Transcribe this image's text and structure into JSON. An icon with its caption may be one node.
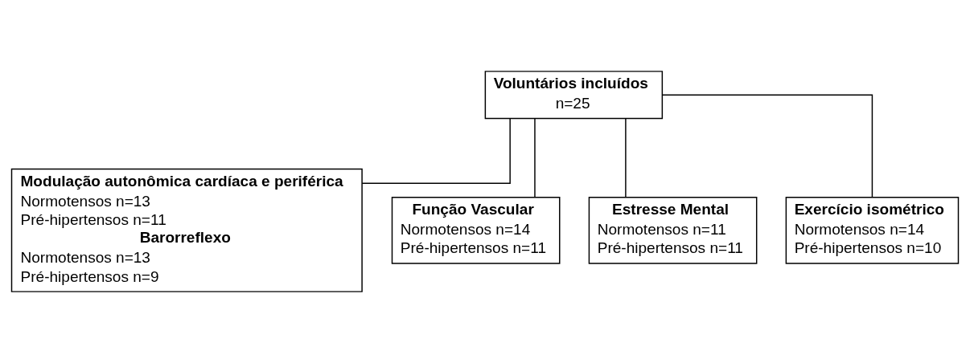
{
  "diagram": {
    "nodes": [
      {
        "text": [
          "Voluntários incluídos",
          "n=25"
        ]
      },
      {
        "text": [
          "Modulação autonômica cardíaca e periférica",
          "Normotensos n=13",
          "Pré-hipertensos n=11",
          "Barorreflexo",
          "Normotensos n=13",
          "Pré-hipertensos n=9"
        ]
      },
      {
        "text": [
          "Função Vascular",
          "Normotensos n=14",
          "Pré-hipertensos n=11"
        ]
      },
      {
        "text": [
          "Estresse Mental",
          "Normotensos n=11",
          "Pré-hipertensos n=11"
        ]
      },
      {
        "text": [
          "Exercício isométrico",
          "Normotensos n=14",
          "Pré-hipertensos n=10"
        ]
      }
    ],
    "edges": [
      {
        "from": 0,
        "to": 1,
        "arrow": "none"
      },
      {
        "from": 0,
        "to": 2,
        "arrow": "none"
      },
      {
        "from": 0,
        "to": 3,
        "arrow": "none"
      },
      {
        "from": 0,
        "to": 4,
        "arrow": "none"
      }
    ]
  }
}
